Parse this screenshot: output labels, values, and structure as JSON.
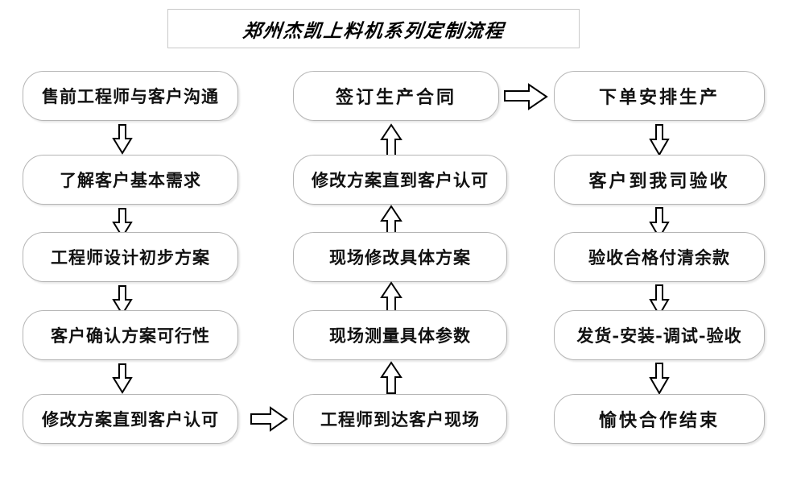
{
  "title": {
    "text": "郑州杰凯上料机系列定制流程"
  },
  "theme": {
    "background": "#ffffff",
    "node_border": "#b5b5b5",
    "node_fill": "#ffffff",
    "text_color": "#111111",
    "arrow_stroke": "#000000",
    "arrow_fill": "#ffffff",
    "title_border": "#c9c9c9"
  },
  "columns": [
    {
      "name": "column-1",
      "flow_direction": "down",
      "nodes": [
        {
          "id": "c1n1",
          "label": "售前工程师与客户沟通"
        },
        {
          "id": "c1n2",
          "label": "了解客户基本需求"
        },
        {
          "id": "c1n3",
          "label": "工程师设计初步方案"
        },
        {
          "id": "c1n4",
          "label": "客户确认方案可行性"
        },
        {
          "id": "c1n5",
          "label": "修改方案直到客户认可"
        }
      ]
    },
    {
      "name": "column-2",
      "flow_direction": "up",
      "nodes": [
        {
          "id": "c2n1",
          "label": "签订生产合同"
        },
        {
          "id": "c2n2",
          "label": "修改方案直到客户认可"
        },
        {
          "id": "c2n3",
          "label": "现场修改具体方案"
        },
        {
          "id": "c2n4",
          "label": "现场测量具体参数"
        },
        {
          "id": "c2n5",
          "label": "工程师到达客户现场"
        }
      ]
    },
    {
      "name": "column-3",
      "flow_direction": "down",
      "nodes": [
        {
          "id": "c3n1",
          "label": "下单安排生产"
        },
        {
          "id": "c3n2",
          "label": "客户到我司验收"
        },
        {
          "id": "c3n3",
          "label": "验收合格付清余款"
        },
        {
          "id": "c3n4",
          "label": "发货-安装-调试-验收"
        },
        {
          "id": "c3n5",
          "label": "愉快合作结束"
        }
      ]
    }
  ],
  "connectors": [
    {
      "id": "a1",
      "direction": "down",
      "from": "c1n1",
      "to": "c1n2"
    },
    {
      "id": "a2",
      "direction": "down",
      "from": "c1n2",
      "to": "c1n3"
    },
    {
      "id": "a3",
      "direction": "down",
      "from": "c1n3",
      "to": "c1n4"
    },
    {
      "id": "a4",
      "direction": "down",
      "from": "c1n4",
      "to": "c1n5"
    },
    {
      "id": "a5",
      "direction": "right",
      "from": "c1n5",
      "to": "c2n5"
    },
    {
      "id": "a6",
      "direction": "up",
      "from": "c2n5",
      "to": "c2n4"
    },
    {
      "id": "a7",
      "direction": "up",
      "from": "c2n4",
      "to": "c2n3"
    },
    {
      "id": "a8",
      "direction": "up",
      "from": "c2n3",
      "to": "c2n2"
    },
    {
      "id": "a9",
      "direction": "up",
      "from": "c2n2",
      "to": "c2n1"
    },
    {
      "id": "a10",
      "direction": "right",
      "from": "c2n1",
      "to": "c3n1"
    },
    {
      "id": "a11",
      "direction": "down",
      "from": "c3n1",
      "to": "c3n2"
    },
    {
      "id": "a12",
      "direction": "down",
      "from": "c3n2",
      "to": "c3n3"
    },
    {
      "id": "a13",
      "direction": "down",
      "from": "c3n3",
      "to": "c3n4"
    },
    {
      "id": "a14",
      "direction": "down",
      "from": "c3n4",
      "to": "c3n5"
    }
  ]
}
